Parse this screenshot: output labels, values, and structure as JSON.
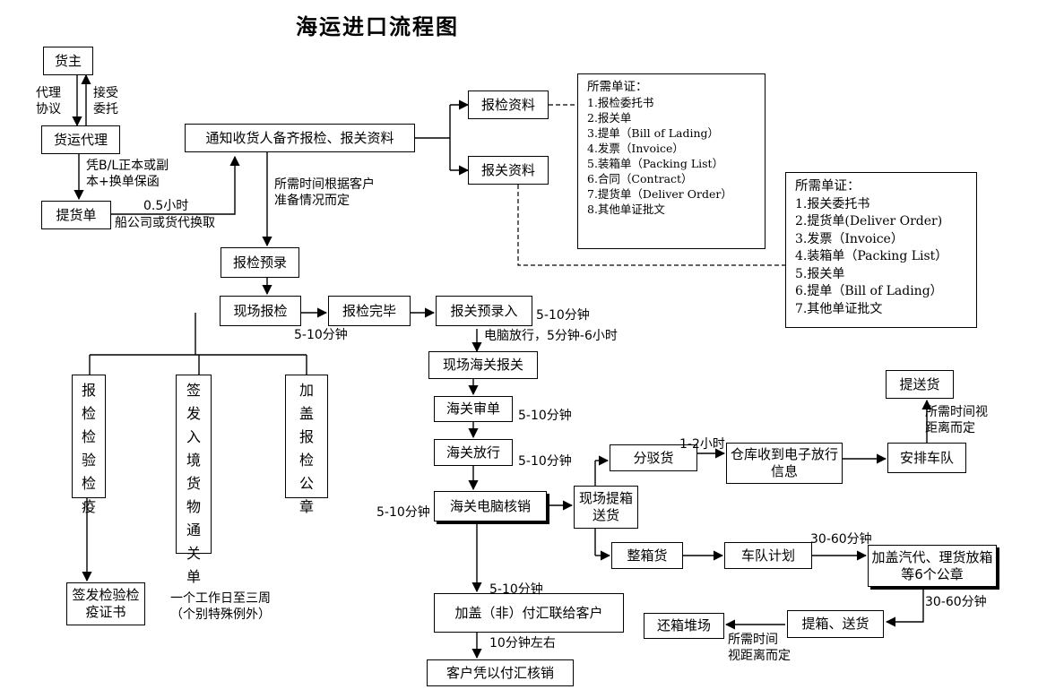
{
  "title": "海运进口流程图",
  "nodes": {
    "huozhu": "货主",
    "huoyun": "货运代理",
    "tihuodan": "提货单",
    "notify": "通知收货人备齐报检、报关资料",
    "baojian_ziliao": "报检资料",
    "baoguan_ziliao": "报关资料",
    "baojian_yulu": "报检预录",
    "xianchang_baojian": "现场报检",
    "baojian_wanbi": "报检完毕",
    "baoguan_yulu": "报关预录入",
    "xianchang_haiguan": "现场海关报关",
    "haiguan_shendan": "海关审单",
    "haiguan_fangxing": "海关放行",
    "haiguan_diannao": "海关电脑核销",
    "xianchang_tixiang": "现场提箱送货",
    "fenbohuo": "分驳货",
    "zhengxianghuo": "整箱货",
    "cangku": "仓库收到电子放行信息",
    "anpai": "安排车队",
    "tisonghuo": "提送货",
    "chedui": "车队计划",
    "jiagai_qidai": "加盖汽代、理货放箱等6个公章",
    "tixiang_songhuo": "提箱、送货",
    "huanxiang": "还箱堆场",
    "jiagai_fuhui": "加盖（非）付汇联给客户",
    "kehu": "客户凭以付汇核销",
    "v1": "报检检验检疫",
    "v2": "签发入境货物通关单",
    "v3": "加盖报检公章",
    "zhengshu": "签发检验检疫证书"
  },
  "labels": {
    "daili": "代理\n协议",
    "jieshou": "接受\n委托",
    "ping": "凭B/L正本或副\n本+换单保函",
    "half_hour": "0.5小时",
    "chuangongsi": "船公司或货代换取",
    "suoxu_kehu": "所需时间根据客户\n准备情况而定",
    "t1": "5-10分钟",
    "t2": "5-10分钟",
    "diannao": "电脑放行，5分钟-6小时",
    "t3": "5-10分钟",
    "t4": "5-10分钟",
    "t5": "5-10分钟",
    "t6": "5-10分钟",
    "onetwo": "1-2小时",
    "suoxu_ju": "所需时间视\n距离而定",
    "t_3060a": "30-60分钟",
    "t_3060b": "30-60分钟",
    "suoxu_ju2": "所需时间\n视距离而定",
    "gongzuori": "一个工作日至三周\n（个别特殊例外）",
    "ten": "10分钟左右"
  },
  "doc_list_1": {
    "head": "所需单证：",
    "items": [
      "1.报检委托书",
      "2.报关单",
      "3.提单（Bill of Lading）",
      "4.发票（Invoice）",
      "5.装箱单（Packing List）",
      "6.合同（Contract）",
      "7.提货单（Deliver Order）",
      "8.其他单证批文"
    ]
  },
  "doc_list_2": {
    "head": "所需单证：",
    "items": [
      "1.报关委托书",
      "2.提货单(Deliver Order)",
      "3.发票（Invoice）",
      "4.装箱单（Packing List）",
      "5.报关单",
      "6.提单（Bill of  Lading）",
      "7.其他单证批文"
    ]
  }
}
